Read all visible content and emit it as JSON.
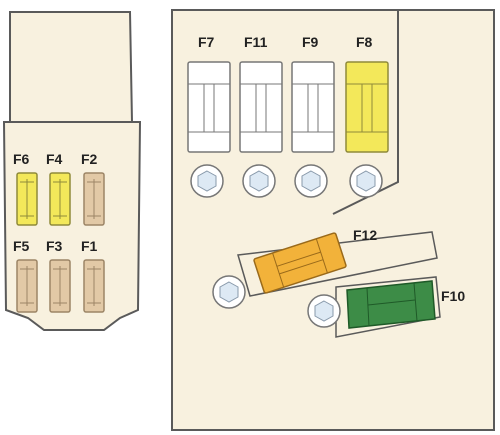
{
  "fuse_labels": {
    "f6": "F6",
    "f4": "F4",
    "f2": "F2",
    "f5": "F5",
    "f3": "F3",
    "f1": "F1",
    "f7": "F7",
    "f11": "F11",
    "f9": "F9",
    "f8": "F8",
    "f12": "F12",
    "f10": "F10"
  },
  "fuse_colors": {
    "F6": "yellow",
    "F4": "yellow",
    "F2": "tan",
    "F5": "tan",
    "F3": "tan",
    "F1": "tan",
    "F7": "white",
    "F11": "white",
    "F9": "white",
    "F8": "yellow",
    "F12": "orange",
    "F10": "green"
  },
  "colors": {
    "panel": "#f8f1df",
    "outline": "#5a5a5a",
    "yellow": "#f3e85a",
    "tan": "#e2c9a6",
    "white": "#ffffff",
    "orange": "#f2b23a",
    "green": "#3d8c47",
    "bolt": "#dde9f4"
  }
}
